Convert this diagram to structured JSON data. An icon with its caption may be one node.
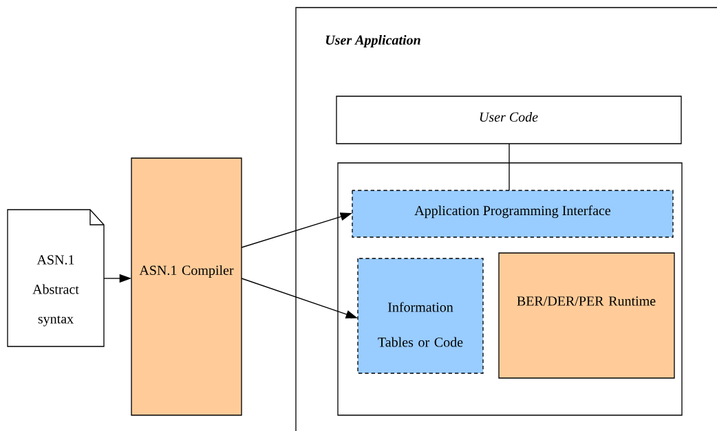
{
  "diagram": {
    "nodes": [
      {
        "text": [
          "ASN.1 Abstract syntax"
        ]
      },
      {
        "text": [
          "ASN.1 Compiler"
        ]
      },
      {
        "text": [
          "User Application"
        ]
      },
      {
        "text": [
          "User Code"
        ],
        "in": 2
      },
      {
        "text": [],
        "shape": "box",
        "in": 2
      },
      {
        "text": [
          "Application Programming Interface"
        ],
        "in": 4
      },
      {
        "text": [
          "Information Tables or Code"
        ],
        "in": 4
      },
      {
        "text": [
          "BER/DER/PER Runtime"
        ],
        "in": 4
      }
    ],
    "edges": [
      {
        "from": 0,
        "to": 1,
        "arrow": "to"
      },
      {
        "from": 1,
        "to": 5,
        "arrow": "to"
      },
      {
        "from": 1,
        "to": 6,
        "arrow": "to"
      },
      {
        "from": 3,
        "to": 5,
        "arrow": "none"
      }
    ]
  }
}
